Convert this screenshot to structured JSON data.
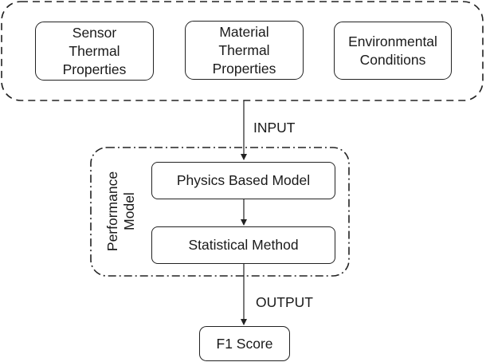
{
  "inputs": {
    "sensor": "Sensor\nThermal\nProperties",
    "material": "Material\nThermal\nProperties",
    "environment": "Environmental\nConditions"
  },
  "input_label": "INPUT",
  "model": {
    "group_label": "Performance\nModel",
    "physics": "Physics Based Model",
    "statistical": "Statistical Method"
  },
  "output_label": "OUTPUT",
  "result": "F1 Score"
}
